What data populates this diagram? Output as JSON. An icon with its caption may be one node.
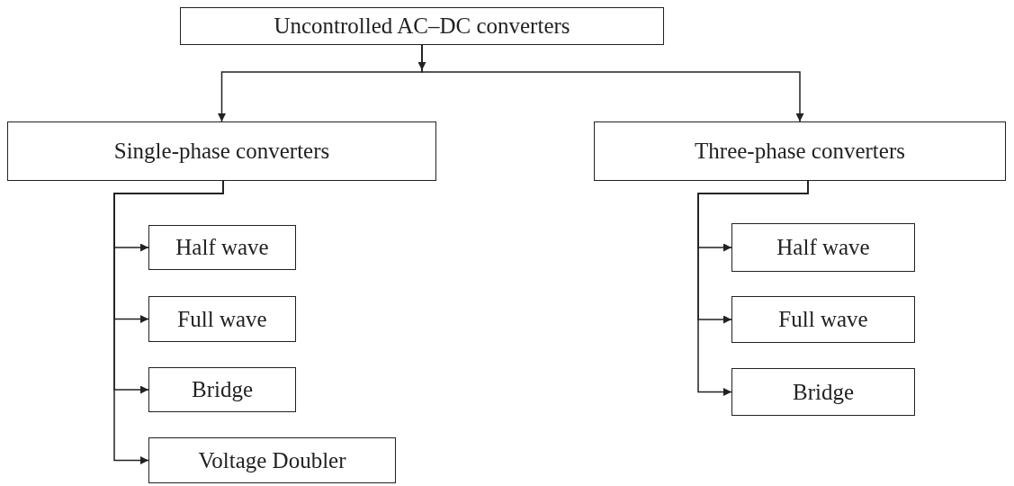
{
  "diagram": {
    "nodes": [
      {
        "text": [
          "Uncontrolled AC–DC converters"
        ]
      },
      {
        "text": [
          "Single-phase converters"
        ]
      },
      {
        "text": [
          "Three-phase converters"
        ]
      },
      {
        "text": [
          "Half wave"
        ]
      },
      {
        "text": [
          "Full wave"
        ]
      },
      {
        "text": [
          "Bridge"
        ]
      },
      {
        "text": [
          "Voltage Doubler"
        ]
      },
      {
        "text": [
          "Half wave"
        ]
      },
      {
        "text": [
          "Full wave"
        ]
      },
      {
        "text": [
          "Bridge"
        ]
      }
    ],
    "edges": [
      {
        "from": 0,
        "to": 1,
        "arrow": "to"
      },
      {
        "from": 0,
        "to": 2,
        "arrow": "to"
      },
      {
        "from": 1,
        "to": 3,
        "arrow": "to"
      },
      {
        "from": 1,
        "to": 4,
        "arrow": "to"
      },
      {
        "from": 1,
        "to": 5,
        "arrow": "to"
      },
      {
        "from": 1,
        "to": 6,
        "arrow": "to"
      },
      {
        "from": 2,
        "to": 7,
        "arrow": "to"
      },
      {
        "from": 2,
        "to": 8,
        "arrow": "to"
      },
      {
        "from": 2,
        "to": 9,
        "arrow": "to"
      }
    ]
  }
}
